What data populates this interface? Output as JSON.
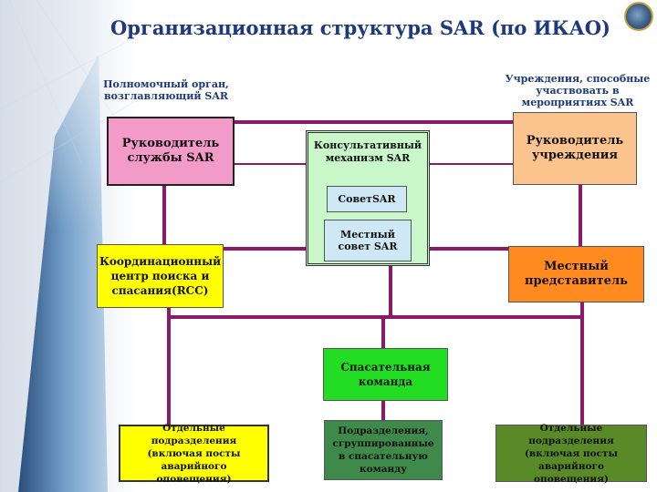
{
  "title": "Организационная структура SAR (по ИКАО)",
  "captions": {
    "left": "Полномочный орган, возглавляющий SAR",
    "right": "Учреждения, способные участвовать в мероприятиях SAR"
  },
  "boxes": {
    "head_sar": "Руководитель службы SAR",
    "advisory": "Консультативный механизм SAR",
    "council": "СоветSAR",
    "local_council": "Местный совет SAR",
    "head_inst": "Руководитель учреждения",
    "rcc": "Координационный центр поиска и спасания(RCC)",
    "local_rep": "Местный представитель",
    "rescue_team": "Спасательная команда",
    "units_left": "Отдельные подразделения (включая посты аварийного оповещения)",
    "units_middle": "Подразделения, сгруппированные в спасательную команду",
    "units_right": "Отдельные подразделения (включая посты аварийного оповещения)"
  },
  "colors": {
    "title": "#1f3a7a",
    "connector": "#8b1a6b",
    "head_sar": "#f29ac8",
    "advisory": "#c9f7c9",
    "council": "#cfe8f5",
    "head_inst": "#fbc48e",
    "rcc": "#ffff00",
    "local_rep": "#ff8a1f",
    "rescue_team": "#22dd22",
    "units_left": "#ffff00",
    "units_middle": "#3f8a4a",
    "units_right": "#5a8a28"
  }
}
